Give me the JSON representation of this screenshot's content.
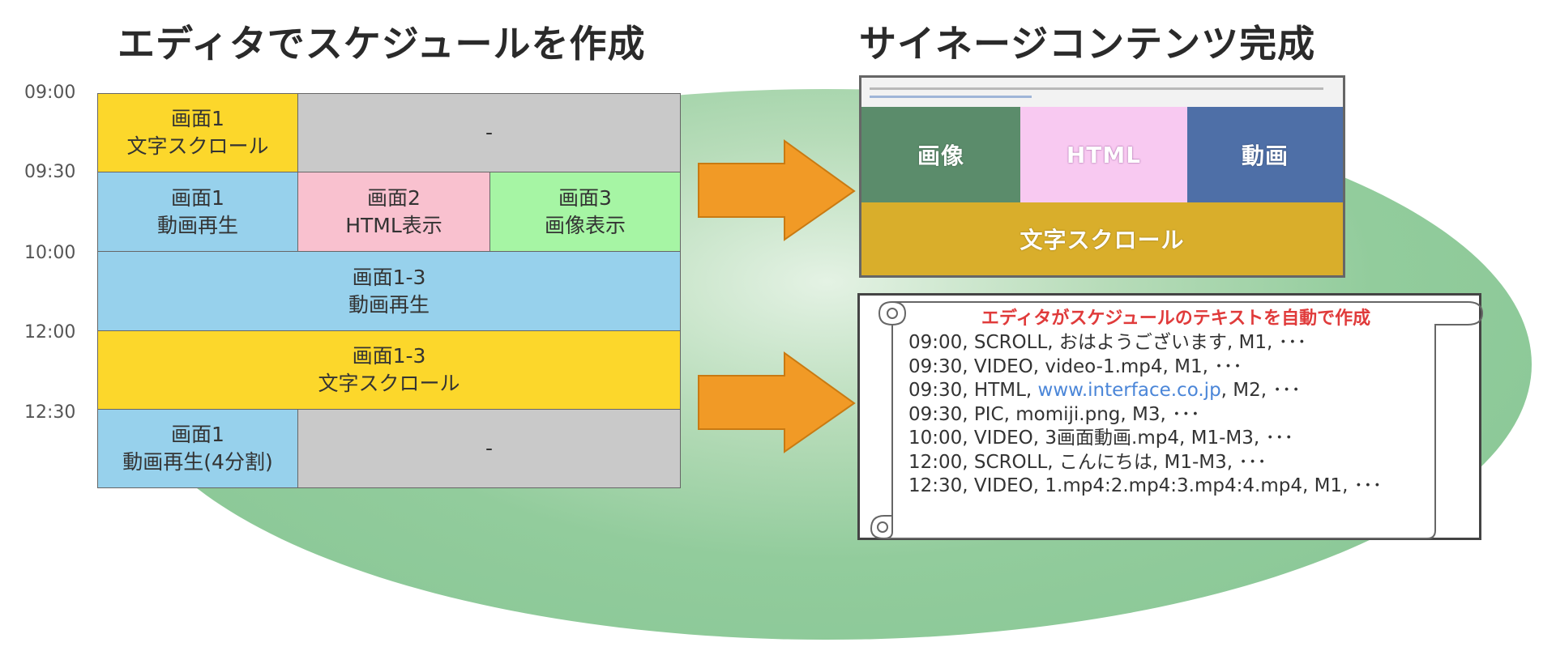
{
  "headings": {
    "left": "エディタでスケジュールを作成",
    "right": "サイネージコンテンツ完成"
  },
  "times": [
    "09:00",
    "09:30",
    "10:00",
    "12:00",
    "12:30"
  ],
  "schedule": {
    "row1": {
      "cell1_line1": "画面1",
      "cell1_line2": "文字スクロール",
      "cell2": "-"
    },
    "row2": {
      "cell1_line1": "画面1",
      "cell1_line2": "動画再生",
      "cell2_line1": "画面2",
      "cell2_line2": "HTML表示",
      "cell3_line1": "画面3",
      "cell3_line2": "画像表示"
    },
    "row3": {
      "line1": "画面1-3",
      "line2": "動画再生"
    },
    "row4": {
      "line1": "画面1-3",
      "line2": "文字スクロール"
    },
    "row5": {
      "cell1_line1": "画面1",
      "cell1_line2": "動画再生(4分割)",
      "cell2": "-"
    }
  },
  "signage": {
    "image": "画像",
    "html": "HTML",
    "video": "動画",
    "scroll": "文字スクロール"
  },
  "schedule_text": {
    "title": "エディタがスケジュールのテキストを自動で作成",
    "line1": "09:00, SCROLL, おはようございます, M1, ･･･",
    "line2": "09:30, VIDEO, video-1.mp4, M1, ･･･",
    "line3_pre": "09:30, HTML, ",
    "line3_link": "www.interface.co.jp",
    "line3_post": ", M2, ･･･",
    "line4": "09:30, PIC, momiji.png, M3, ･･･",
    "line5": "10:00, VIDEO, 3画面動画.mp4, M1-M3, ･･･",
    "line6": "12:00, SCROLL, こんにちは, M1-M3, ･･･",
    "line7": "12:30, VIDEO, 1.mp4:2.mp4:3.mp4:4.mp4, M1, ･･･"
  },
  "colors": {
    "yellow": "#fcd72b",
    "gray": "#c9c9c9",
    "blue": "#97d1ec",
    "pink": "#f9c1cf",
    "green": "#a6f5a4",
    "arrow": "#f19a26",
    "ellipse": "#8fcb9b",
    "title_red": "#e03b3b",
    "link": "#4b86d8"
  }
}
